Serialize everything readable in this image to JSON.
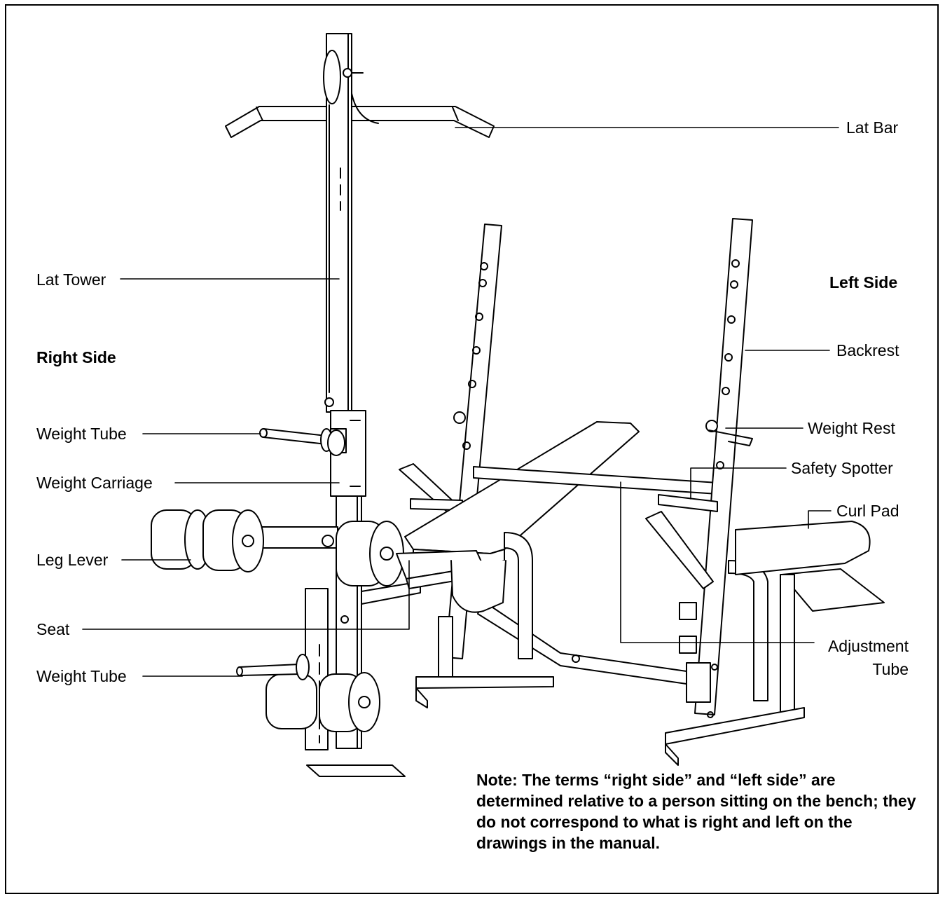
{
  "labels": {
    "lat_bar": "Lat Bar",
    "lat_tower": "Lat Tower",
    "left_side": "Left Side",
    "right_side": "Right Side",
    "backrest": "Backrest",
    "weight_tube_upper": "Weight Tube",
    "weight_rest": "Weight Rest",
    "weight_carriage": "Weight Carriage",
    "safety_spotter": "Safety Spotter",
    "curl_pad": "Curl Pad",
    "leg_lever": "Leg Lever",
    "seat": "Seat",
    "adjustment_tube_line1": "Adjustment",
    "adjustment_tube_line2": "Tube",
    "weight_tube_lower": "Weight Tube"
  },
  "note": "Note: The terms “right side” and “left side” are determined relative to a person sitting on the bench; they do not correspond to what is right and left on the drawings in the manual."
}
